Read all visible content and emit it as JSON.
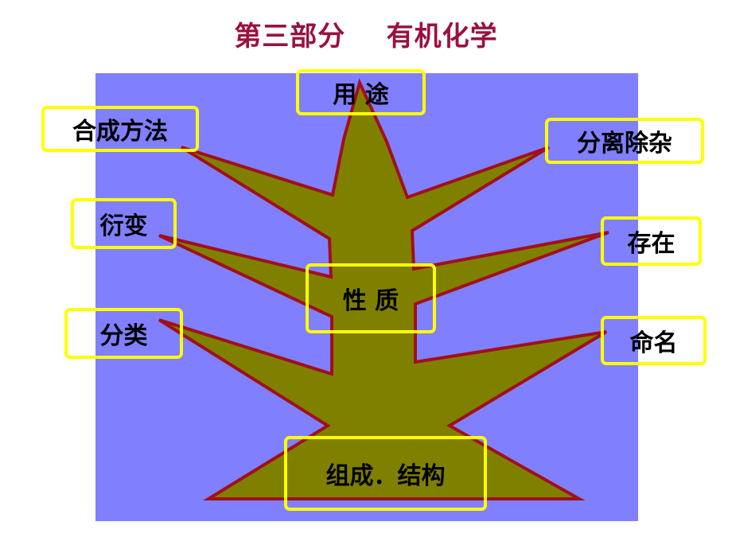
{
  "title": "第三部分    有机化学",
  "nodes": {
    "uses": "用 途",
    "synthesis": "合成方法",
    "separation": "分离除杂",
    "derivation": "衍变",
    "existence": "存在",
    "properties": "性 质",
    "classification": "分类",
    "naming": "命名",
    "composition": "组成．结构"
  },
  "colors": {
    "title": "#99113f",
    "panel": "#8080ff",
    "tree_fill": "#808000",
    "tree_outline": "#a0101a",
    "box_border": "#ffff00"
  }
}
